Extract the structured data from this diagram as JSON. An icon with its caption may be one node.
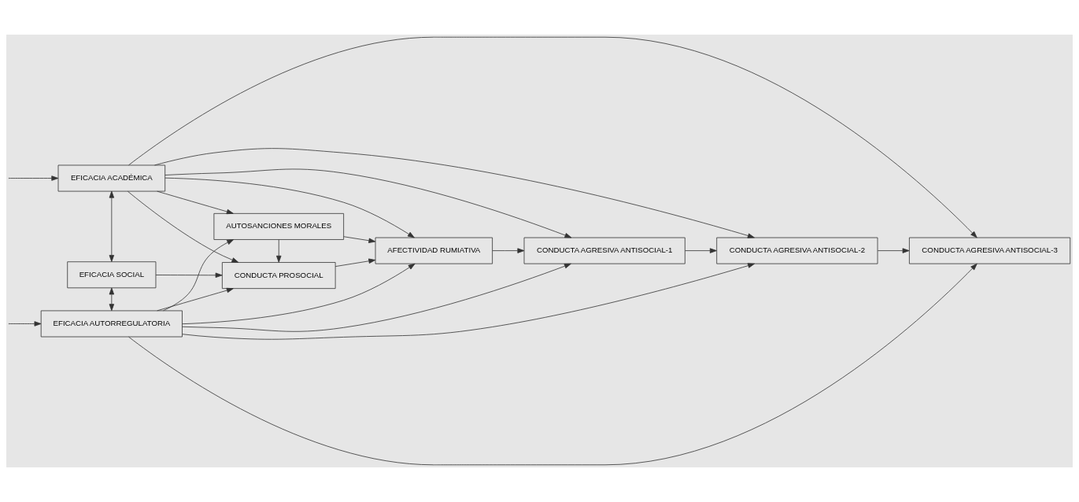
{
  "diagram": {
    "nodes": [
      {
        "text": [
          "EFICACIA ACADÉMICA"
        ]
      },
      {
        "text": [
          "EFICACIA SOCIAL"
        ]
      },
      {
        "text": [
          "EFICACIA AUTORREGULATORIA"
        ]
      },
      {
        "text": [
          "CONDUCTA PROSOCIAL"
        ]
      },
      {
        "text": [
          "AUTOSANCIONES MORALES"
        ]
      },
      {
        "text": [
          "AFECTIVIDAD RUMIATIVA"
        ]
      },
      {
        "text": [
          "CONDUCTA AGRESIVA ANTISOCIAL-1"
        ]
      },
      {
        "text": [
          "CONDUCTA AGRESIVA ANTISOCIAL-2"
        ]
      },
      {
        "text": [
          "CONDUCTA AGRESIVA ANTISOCIAL-3"
        ]
      }
    ],
    "edges": [
      {
        "from": null,
        "to": 0,
        "arrow": "to"
      },
      {
        "from": null,
        "to": 2,
        "arrow": "to"
      },
      {
        "from": 0,
        "to": 1,
        "arrow": "both"
      },
      {
        "from": 1,
        "to": 2,
        "arrow": "both"
      },
      {
        "from": 0,
        "to": 3,
        "arrow": "to"
      },
      {
        "from": 0,
        "to": 4,
        "arrow": "to"
      },
      {
        "from": 0,
        "to": 5,
        "arrow": "to"
      },
      {
        "from": 0,
        "to": 6,
        "arrow": "to"
      },
      {
        "from": 0,
        "to": 7,
        "arrow": "to"
      },
      {
        "from": 0,
        "to": 8,
        "arrow": "to"
      },
      {
        "from": 1,
        "to": 3,
        "arrow": "to"
      },
      {
        "from": 2,
        "to": 3,
        "arrow": "to"
      },
      {
        "from": 2,
        "to": 4,
        "arrow": "to"
      },
      {
        "from": 2,
        "to": 5,
        "arrow": "to"
      },
      {
        "from": 2,
        "to": 6,
        "arrow": "to"
      },
      {
        "from": 2,
        "to": 7,
        "arrow": "to"
      },
      {
        "from": 2,
        "to": 8,
        "arrow": "to"
      },
      {
        "from": 4,
        "to": 3,
        "arrow": "to"
      },
      {
        "from": 3,
        "to": 5,
        "arrow": "to"
      },
      {
        "from": 4,
        "to": 5,
        "arrow": "to"
      },
      {
        "from": 5,
        "to": 6,
        "arrow": "to"
      },
      {
        "from": 6,
        "to": 7,
        "arrow": "to"
      },
      {
        "from": 7,
        "to": 8,
        "arrow": "to"
      }
    ]
  }
}
